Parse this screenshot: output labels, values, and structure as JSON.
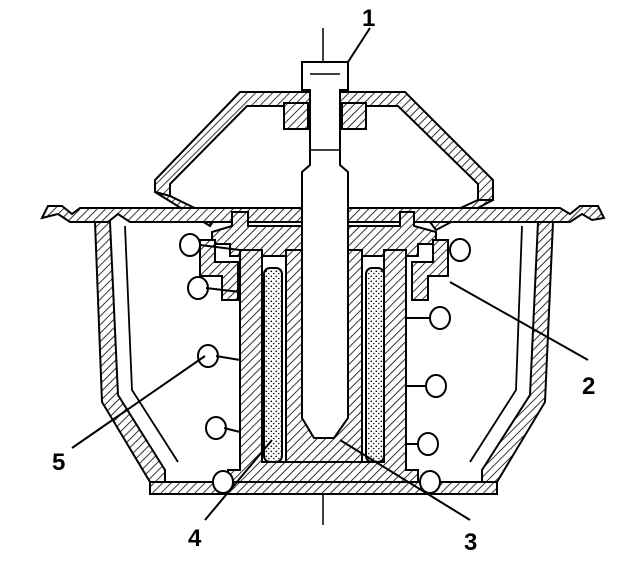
{
  "diagram": {
    "line_color": "#000000",
    "hatch_color": "#000000",
    "background": "#ffffff",
    "callouts": [
      {
        "id": "c1",
        "label": "1"
      },
      {
        "id": "c2",
        "label": "2"
      },
      {
        "id": "c3",
        "label": "3"
      },
      {
        "id": "c4",
        "label": "4"
      },
      {
        "id": "c5",
        "label": "5"
      }
    ]
  }
}
